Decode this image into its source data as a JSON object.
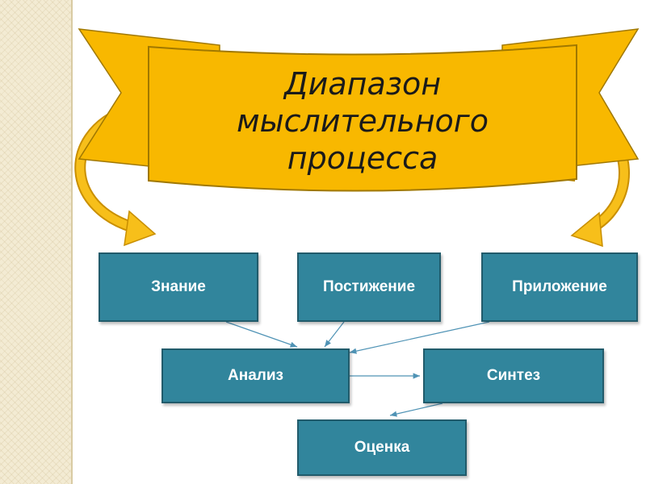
{
  "title": "Диапазон\nмыслительного\nпроцесса",
  "nodes": {
    "znanie": "Знание",
    "postizhenie": "Постижение",
    "prilozhenie": "Приложение",
    "analiz": "Анализ",
    "sintez": "Синтез",
    "otsenka": "Оценка"
  },
  "colors": {
    "node_fill": "#31859c",
    "banner_fill": "#f8b800",
    "banner_stroke": "#a07800",
    "arrow": "#f0b400"
  }
}
